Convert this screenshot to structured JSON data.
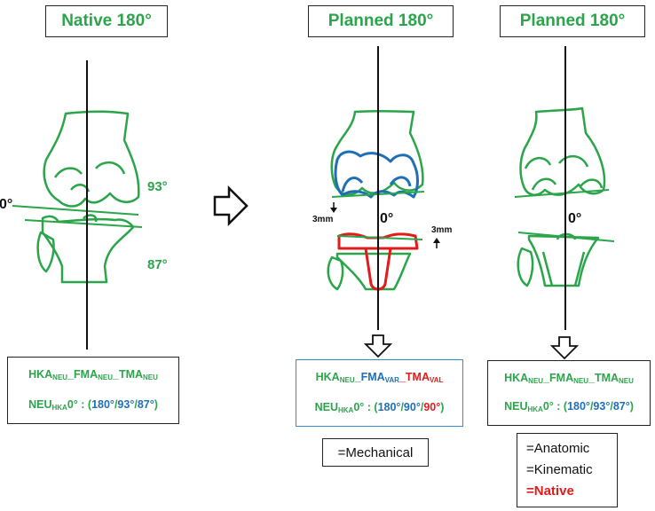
{
  "titles": [
    "Native 180°",
    "Planned 180°",
    "Planned 180°"
  ],
  "angles": {
    "femoral": "93°",
    "tibial": "87°",
    "zero": "0°"
  },
  "resection": {
    "femoral": "3mm",
    "tibial": "3mm"
  },
  "box1": {
    "line1": {
      "a": "HKA",
      "a_sub": "NEU",
      "sep1": "_",
      "b": "FMA",
      "b_sub": "NEU",
      "sep2": "_",
      "c": "TMA",
      "c_sub": "NEU"
    },
    "line2": {
      "p": "NEU",
      "p_sub": "HKA",
      "p2": "0° : (",
      "v1": "180°",
      "s1": "/",
      "v2": "93°",
      "s2": "/",
      "v3": "87°",
      "end": ")"
    }
  },
  "box2": {
    "line1": {
      "a": "HKA",
      "a_sub": "NEU",
      "sep1": "_",
      "b": "FMA",
      "b_sub": "VAR",
      "sep2": "_",
      "c": "TMA",
      "c_sub": "VAL"
    },
    "line2": {
      "p": "NEU",
      "p_sub": "HKA",
      "p2": "0° : (",
      "v1": "180°",
      "s1": "/",
      "v2": "90°",
      "s2": "/",
      "v3": "90°",
      "end": ")"
    }
  },
  "box3": {
    "line1": {
      "a": "HKA",
      "a_sub": "NEU",
      "sep1": "_",
      "b": "FMA",
      "b_sub": "NEU",
      "sep2": "_",
      "c": "TMA",
      "c_sub": "NEU"
    },
    "line2": {
      "p": "NEU",
      "p_sub": "HKA",
      "p2": "0° : (",
      "v1": "180°",
      "s1": "/",
      "v2": "93°",
      "s2": "/",
      "v3": "87°",
      "end": ")"
    }
  },
  "labels": {
    "mechanical": "=Mechanical",
    "anatomic": "=Anatomic",
    "kinematic": "=Kinematic",
    "native": "=Native"
  },
  "colors": {
    "green": "#2aa54a",
    "blue": "#1f6fb8",
    "red": "#e21b1b"
  }
}
